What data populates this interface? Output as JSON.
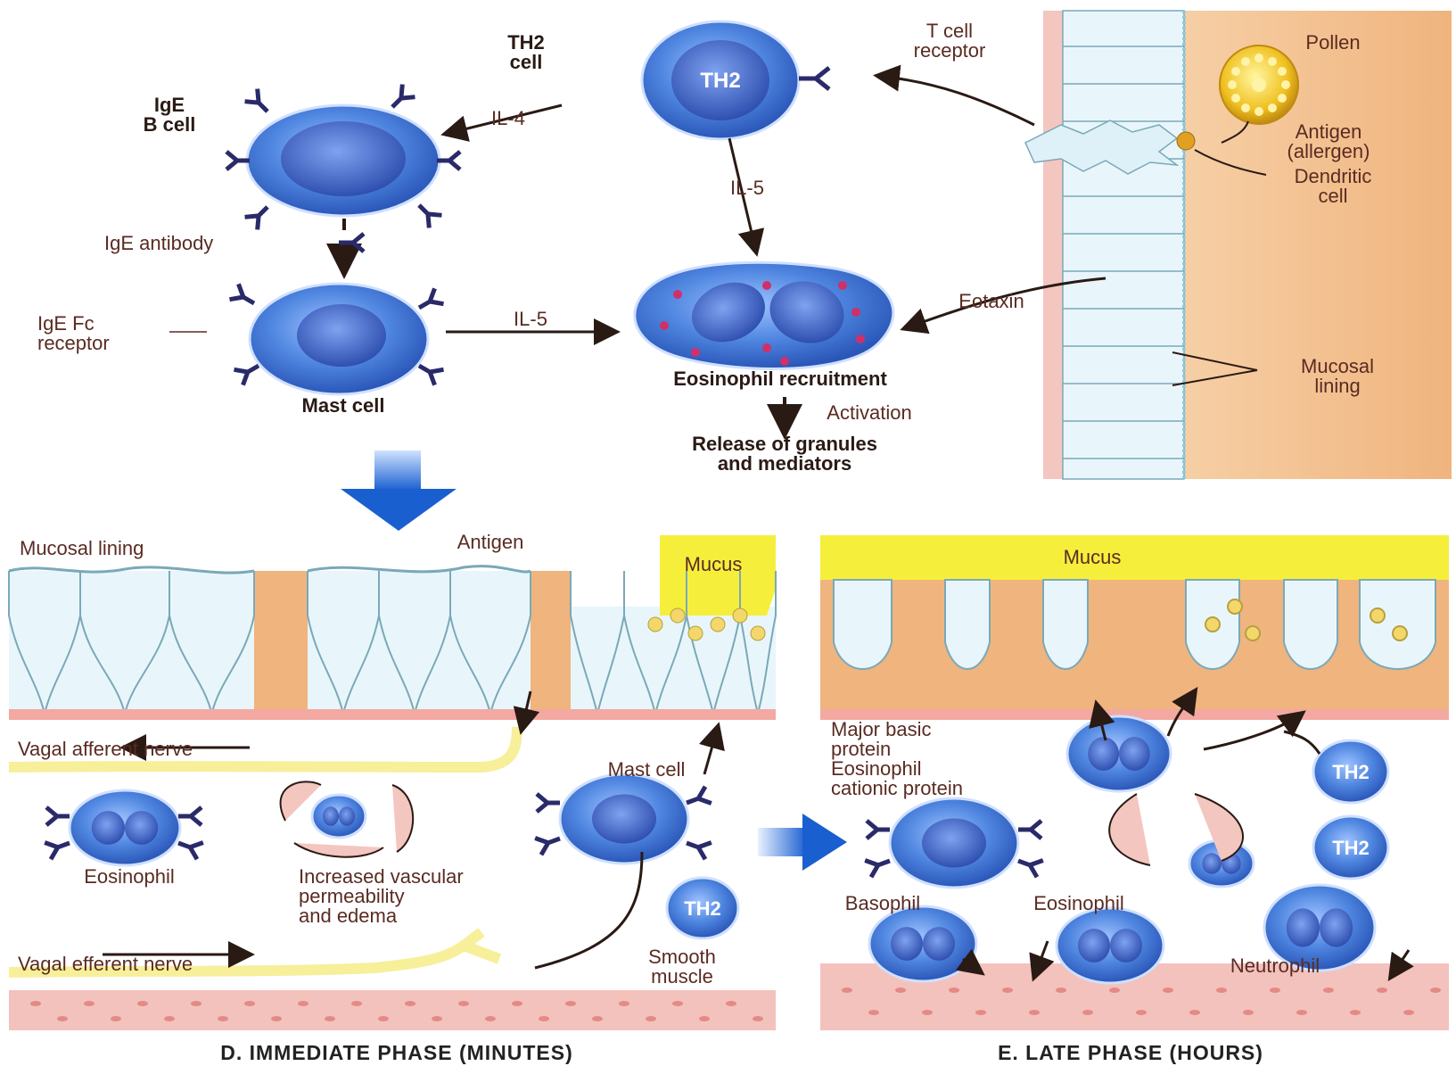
{
  "top": {
    "th2_cell_label": [
      "TH2",
      "cell"
    ],
    "th2_text": "TH2",
    "t_cell_receptor_label": [
      "T cell",
      "receptor"
    ],
    "pollen_label": "Pollen",
    "antigen_allergen_label": [
      "Antigen",
      "(allergen)"
    ],
    "dendritic_label": [
      "Dendritic",
      "cell"
    ],
    "ige_b_cell_label": [
      "IgE",
      "B cell"
    ],
    "il4": "IL-4",
    "il5_a": "IL-5",
    "il5_b": "IL-5",
    "ige_antibody": "IgE antibody",
    "ige_fc_receptor": [
      "IgE Fc",
      "receptor"
    ],
    "mast_cell": "Mast cell",
    "eotaxin": "Eotaxin",
    "eosinophil_recruitment": "Eosinophil recruitment",
    "activation": "Activation",
    "release": [
      "Release of granules",
      "and mediators"
    ],
    "mucosal_lining": [
      "Mucosal",
      "lining"
    ]
  },
  "panel_d": {
    "mucosal_lining": "Mucosal lining",
    "antigen": "Antigen",
    "mucus": "Mucus",
    "vagal_afferent": "Vagal afferent nerve",
    "mast_cell": "Mast cell",
    "eosinophil": "Eosinophil",
    "vascular": [
      "Increased vascular",
      "permeability",
      "and edema"
    ],
    "th2": "TH2",
    "vagal_efferent": "Vagal efferent nerve",
    "smooth_muscle": [
      "Smooth",
      "muscle"
    ],
    "caption": "D. IMMEDIATE PHASE (MINUTES)"
  },
  "panel_e": {
    "mucus": "Mucus",
    "mbp": [
      "Major basic",
      "protein",
      "Eosinophil",
      "cationic protein"
    ],
    "th2_a": "TH2",
    "th2_b": "TH2",
    "basophil": "Basophil",
    "eosinophil": "Eosinophil",
    "neutrophil": "Neutrophil",
    "caption": "E. LATE PHASE (HOURS)"
  },
  "colors": {
    "cell_blue": "#3f74d6",
    "nucleus": "#2c4fb0",
    "tissue_orange": "#f2c08f",
    "mucus_yellow": "#f5ef3c",
    "muscle_pink": "#f3c2bd",
    "label_brown": "#5a2b22"
  }
}
